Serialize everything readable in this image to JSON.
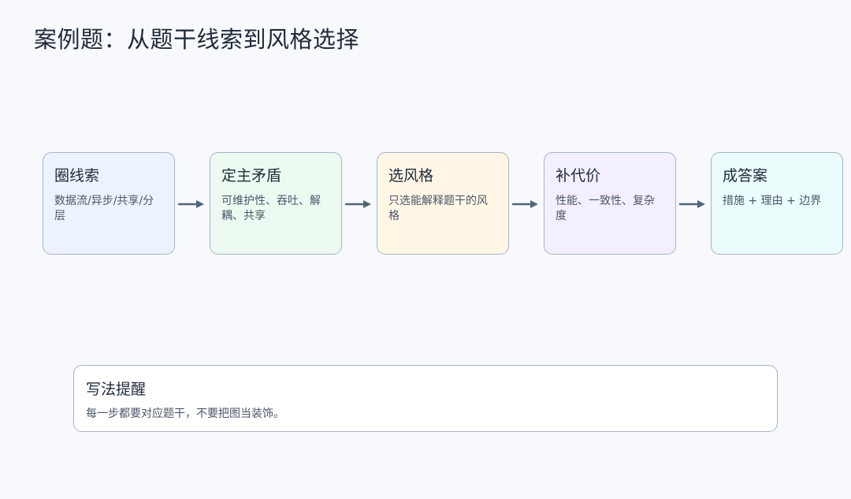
{
  "title": "案例题：从题干线索到风格选择",
  "steps": [
    {
      "title": "圈线索",
      "desc": "数据流/异步/共享/分层",
      "color": "#ecf3ff"
    },
    {
      "title": "定主矛盾",
      "desc": "可维护性、吞吐、解耦、共享",
      "color": "#ecfaf1"
    },
    {
      "title": "选风格",
      "desc": "只选能解释题干的风格",
      "color": "#fff6e6"
    },
    {
      "title": "补代价",
      "desc": "性能、一致性、复杂度",
      "color": "#f3efff"
    },
    {
      "title": "成答案",
      "desc": "措施 + 理由 + 边界",
      "color": "#ebfcfd"
    }
  ],
  "arrow_color": "#53647a",
  "tip": {
    "title": "写法提醒",
    "text": "每一步都要对应题干，不要把图当装饰。"
  }
}
